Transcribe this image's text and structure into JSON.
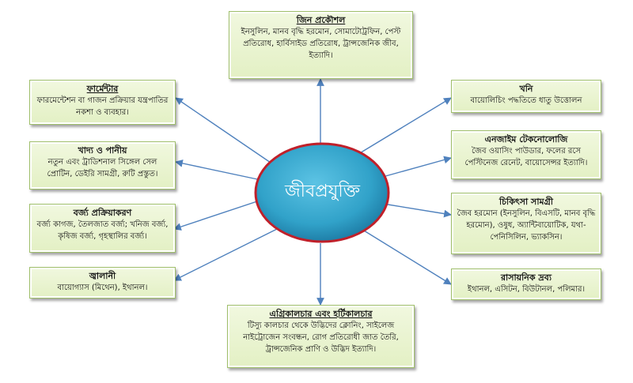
{
  "center": {
    "label": "জীবপ্রযুক্তি"
  },
  "nodes": [
    {
      "id": "gene",
      "title": "জিন প্রকৌশল",
      "body": "ইনসুলিন, মানব বৃদ্ধি হরমোন, সোমাটোট্রফিন, পেস্ট প্রতিরোধ, হার্বিসাইড প্রতিরোধ, ট্রান্সজেনিক জীব, ইত্যাদি।"
    },
    {
      "id": "fermenter",
      "title": "ফার্মেন্টার",
      "body": "ফারমেন্টেশন বা গাজন প্রক্রিয়ার যন্ত্রপাতির নকশা ও ব্যবহার।"
    },
    {
      "id": "food",
      "title": "খাদ্য ও পানীয়",
      "body": "নতুন এবং ট্রাডিশনাল সিঙ্গেল সেল প্রোটিন, ডেইরি সামগ্রী, রুটি প্রস্তুত।"
    },
    {
      "id": "waste",
      "title": "বর্জ্য প্রক্রিয়াকরণ",
      "body": "বর্জ্য কাগজ, তৈলজাত বর্জ্য; খনিজ বর্জ্য, কৃষিজ বর্জ্য, গৃহস্থালির বর্জ্য।"
    },
    {
      "id": "fuel",
      "title": "জ্বালানী",
      "body": "বায়োগ্যাস (মিথেন), ইথানল।"
    },
    {
      "id": "agri",
      "title": "এগ্রিকালচার এবং হর্টিকালচার",
      "body": "টিস্যু কালচার থেকে উদ্ভিদের ক্লোনিং, সাইলেজ নাইট্রোজেন সংবন্ধন, রোগ প্রতিরোধী জাত তৈরি, ট্রান্সজেনিক প্রাণি ও উদ্ভিদ ইত্যাদি।"
    },
    {
      "id": "mining",
      "title": "খনি",
      "body": "বায়োলিচিং পদ্ধতিতে ধাতু উত্তোলন"
    },
    {
      "id": "enzyme",
      "title": "এনজাইম টেকনোলোজি",
      "body": "জৈব ওয়াসিং পাউডার, ফলের রসে পেস্টিনেজ রেনেট, বায়োসেন্সর ইত্যাদি।"
    },
    {
      "id": "medical",
      "title": "চিকিৎসা সামগ্রী",
      "body": "জৈব হরমোন (ইনসুলিন, বিএসটি, মানব বৃদ্ধি হরমোন), ওষুধ, অ্যান্টিবায়োটিক, যথা- পেনিসিলিন, ভ্যাকসিন।"
    },
    {
      "id": "chemical",
      "title": "রাসায়নিক দ্রব্য",
      "body": "ইথানল, এসিটন, বিউটানল, পলিমার।"
    }
  ],
  "colors": {
    "arrow": "#4f81bd",
    "hub_fill": "#31a2c9",
    "hub_ring": "#c0202a",
    "box_border": "#9fbf6a"
  }
}
